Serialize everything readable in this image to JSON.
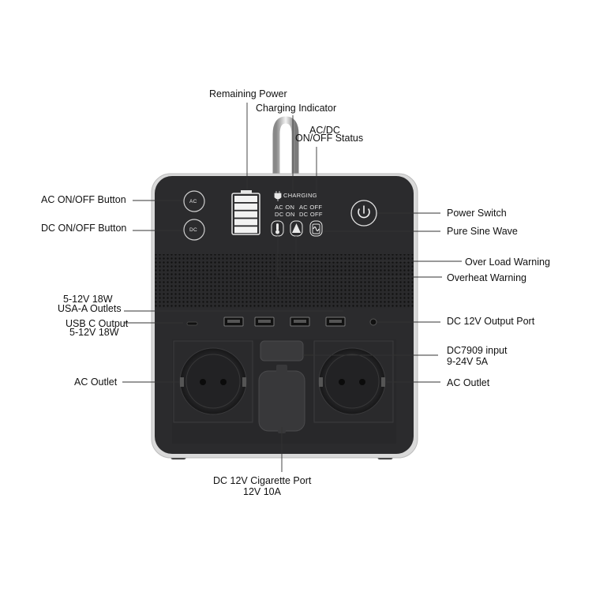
{
  "callouts": {
    "remaining_power": "Remaining Power",
    "charging_indicator": "Charging Indicator",
    "acdc_status_line1": "AC/DC",
    "acdc_status_line2": "ON/OFF Status",
    "ac_onoff_button": "AC ON/OFF Button",
    "dc_onoff_button": "DC ON/OFF Button",
    "power_switch": "Power Switch",
    "pure_sine_wave": "Pure Sine Wave",
    "over_load_warning": "Over Load Warning",
    "overheat_warning": "Overheat Warning",
    "usba_line1": "5-12V 18W",
    "usba_line2": "USA-A Outlets",
    "usbc_line1": "USB C Output",
    "usbc_line2": "5-12V 18W",
    "dc12v_output_port": "DC 12V Output Port",
    "dc7909_line1": "DC7909 input",
    "dc7909_line2": "9-24V 5A",
    "ac_outlet_left": "AC Outlet",
    "ac_outlet_right": "AC Outlet",
    "cig_line1": "DC 12V Cigarette Port",
    "cig_line2": "12V 10A"
  },
  "panel": {
    "ac_button": "AC",
    "dc_button": "DC",
    "charging": "CHARGING",
    "ac_on": "AC ON",
    "ac_off": "AC OFF",
    "dc_on": "DC ON",
    "dc_off": "DC OFF"
  },
  "battery_level": {
    "bars_lit": 5,
    "bars_total": 5
  },
  "colors": {
    "body": "#2b2b2d",
    "frame": "#d9d9d9",
    "leader": "#333333"
  }
}
